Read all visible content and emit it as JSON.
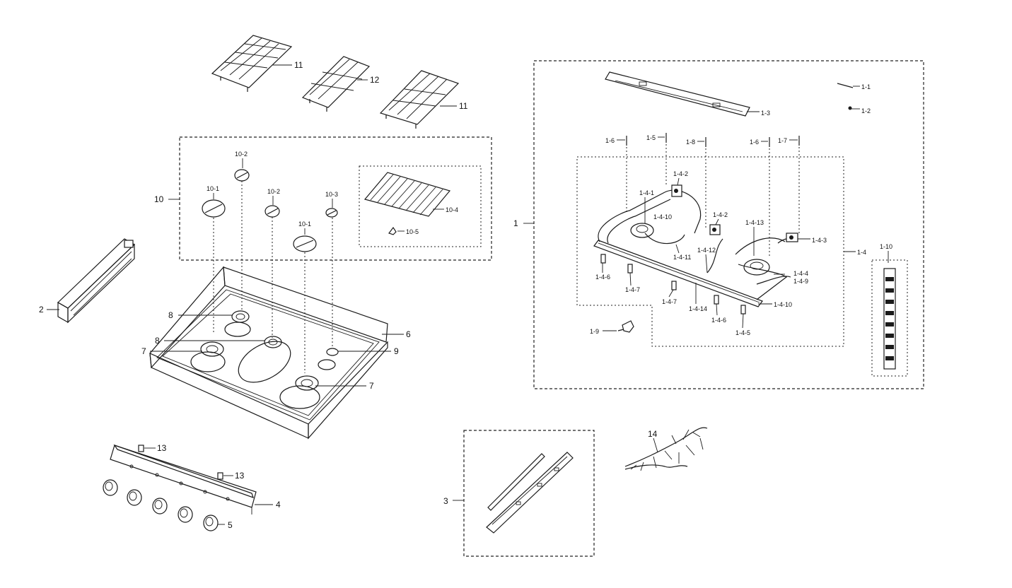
{
  "labels": {
    "p11a": "11",
    "p12": "12",
    "p11b": "11",
    "p10": "10",
    "p10_1a": "10-1",
    "p10_2a": "10-2",
    "p10_2b": "10-2",
    "p10_3": "10-3",
    "p10_1b": "10-1",
    "p10_4": "10-4",
    "p10_5": "10-5",
    "p2": "2",
    "p8a": "8",
    "p8b": "8",
    "p7a": "7",
    "p7b": "7",
    "p6": "6",
    "p9": "9",
    "p13a": "13",
    "p13b": "13",
    "p4": "4",
    "p5": "5",
    "p1": "1",
    "p1_1": "1-1",
    "p1_2": "1-2",
    "p1_3": "1-3",
    "p1_6a": "1-6",
    "p1_5": "1-5",
    "p1_8": "1-8",
    "p1_6b": "1-6",
    "p1_7": "1-7",
    "p1_4_2a": "1-4-2",
    "p1_4_1": "1-4-1",
    "p1_4_10a": "1-4-10",
    "p1_4_2b": "1-4-2",
    "p1_4_13": "1-4-13",
    "p1_4_3": "1-4-3",
    "p1_4_11": "1-4-11",
    "p1_4_12": "1-4-12",
    "p1_4": "1-4",
    "p1_10": "1-10",
    "p1_4_6a": "1-4-6",
    "p1_4_7a": "1-4-7",
    "p1_4_7b": "1-4-7",
    "p1_4_14": "1-4-14",
    "p1_4_6b": "1-4-6",
    "p1_4_4": "1-4-4",
    "p1_4_9": "1-4-9",
    "p1_4_10b": "1-4-10",
    "p1_4_5": "1-4-5",
    "p1_9": "1-9",
    "p3": "3",
    "p14": "14"
  }
}
